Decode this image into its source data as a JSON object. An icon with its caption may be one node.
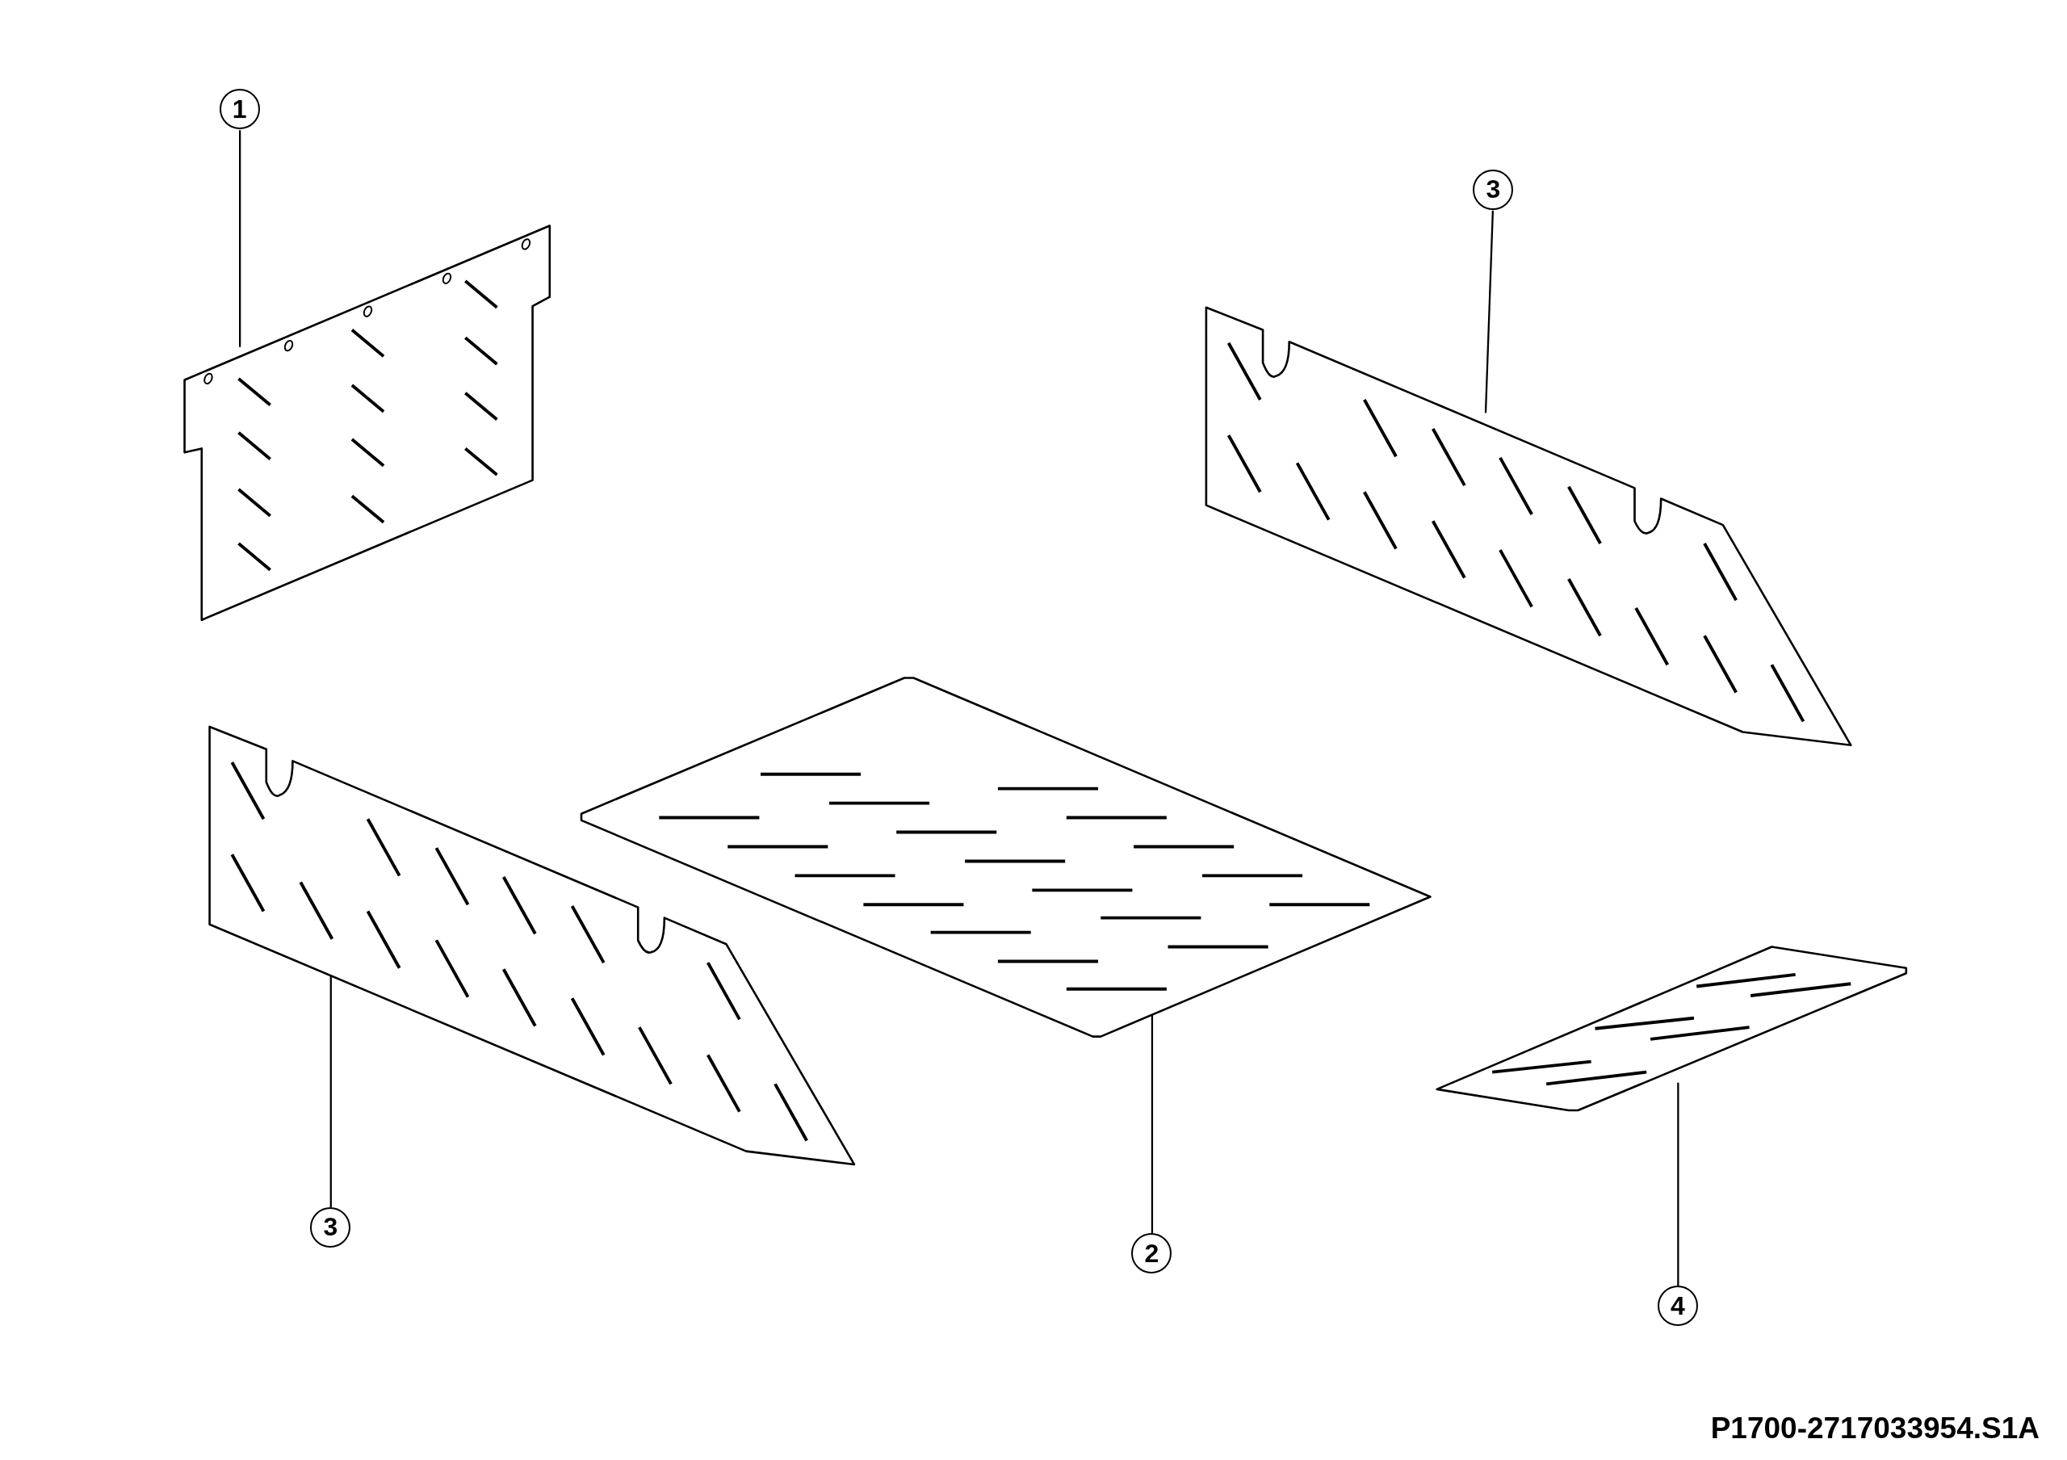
{
  "diagram": {
    "nodes": [
      {
        "text": [
          "1"
        ]
      },
      {
        "text": [],
        "shape": "picture"
      },
      {
        "text": [
          "3"
        ]
      },
      {
        "text": [],
        "shape": "picture"
      },
      {
        "text": [],
        "shape": "picture"
      },
      {
        "text": [],
        "shape": "picture"
      },
      {
        "text": [],
        "shape": "picture"
      },
      {
        "text": [
          "3"
        ]
      },
      {
        "text": [
          "2"
        ]
      },
      {
        "text": [
          "4"
        ]
      }
    ],
    "edges": [
      {
        "from": 0,
        "to": 1,
        "arrow": "none"
      },
      {
        "from": 2,
        "to": 3,
        "arrow": "none"
      },
      {
        "from": 7,
        "to": 4,
        "arrow": "none"
      },
      {
        "from": 8,
        "to": 5,
        "arrow": "none"
      },
      {
        "from": 9,
        "to": 6,
        "arrow": "none"
      }
    ],
    "labels": [
      "P1700-2717033954.S1A"
    ]
  }
}
